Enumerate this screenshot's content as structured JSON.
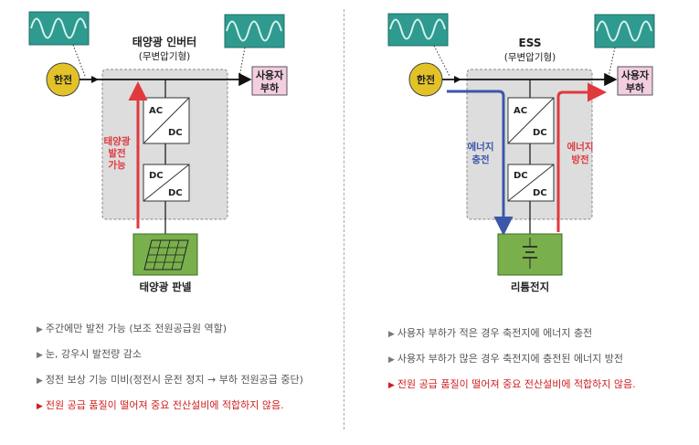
{
  "left": {
    "title": "태양광 인버터",
    "subtitle": "(무변압기형)",
    "grid_label": "한전",
    "load_label_1": "사용자",
    "load_label_2": "부하",
    "converter_top": {
      "line1": "AC",
      "line2": "DC"
    },
    "converter_bottom": {
      "line1": "DC",
      "line2": "DC"
    },
    "flow_label": [
      "태양광",
      "발전",
      "가능"
    ],
    "source_label": "태양광 판넬",
    "bullets": [
      {
        "text": "주간에만 발전 가능 (보조 전원공급원 역할)",
        "warn": false
      },
      {
        "text": "눈, 강우시 발전량 감소",
        "warn": false
      },
      {
        "text": "정전 보상 기능 미비(정전시 운전 정지 → 부하 전원공급 중단)",
        "warn": false
      },
      {
        "text": "전원 공급 품질이 떨어져 중요 전산설비에 적합하지 않음.",
        "warn": true
      }
    ]
  },
  "right": {
    "title": "ESS",
    "subtitle": "(무변압기형)",
    "grid_label": "한전",
    "load_label_1": "사용자",
    "load_label_2": "부하",
    "converter_top": {
      "line1": "AC",
      "line2": "DC"
    },
    "converter_bottom": {
      "line1": "DC",
      "line2": "DC"
    },
    "charge_label": [
      "에너지",
      "충전"
    ],
    "discharge_label": [
      "에너지",
      "방전"
    ],
    "source_label": "리튬전지",
    "bullets": [
      {
        "text": "사용자 부하가 적은 경우 축전지에 에너지 충전",
        "warn": false
      },
      {
        "text": "사용자 부하가 많은 경우 축전지에 충전된 에너지 방전",
        "warn": false
      },
      {
        "text": "전원 공급 품질이 떨어져 중요 전산설비에 적합하지 않음.",
        "warn": true
      }
    ]
  },
  "colors": {
    "red_arrow": "#e0393e",
    "blue_arrow": "#3b57a8",
    "grid_circle": "#e3c228",
    "load_box": "#f3cde0",
    "source_box": "#79b04c",
    "scope_bg": "#2f9a8f",
    "scope_wave": "#d6f3ee",
    "inverter_bg": "#dddddd",
    "warn_text": "#cf1f1f"
  }
}
